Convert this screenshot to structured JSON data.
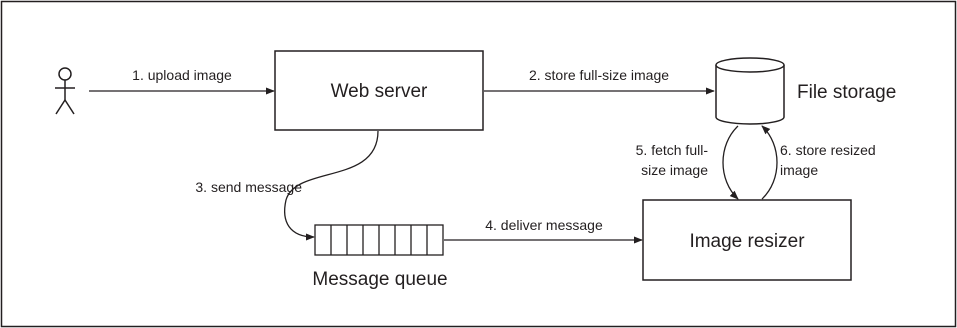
{
  "nodes": {
    "user": {
      "icon": "person-icon"
    },
    "web_server": {
      "label": "Web server"
    },
    "file_storage": {
      "label": "File storage",
      "icon": "cylinder-icon"
    },
    "message_queue": {
      "label": "Message queue"
    },
    "image_resizer": {
      "label": "Image resizer"
    }
  },
  "edges": {
    "upload": {
      "label": "1. upload image"
    },
    "store_full": {
      "label": "2. store full-size image"
    },
    "send_message": {
      "label": "3. send message"
    },
    "deliver_message": {
      "label": "4. deliver message"
    },
    "fetch_full": {
      "label_line1": "5. fetch full-",
      "label_line2": "size image"
    },
    "store_resized": {
      "label_line1": "6. store resized",
      "label_line2": "image"
    }
  },
  "colors": {
    "stroke": "#231f20",
    "background": "#ffffff"
  }
}
